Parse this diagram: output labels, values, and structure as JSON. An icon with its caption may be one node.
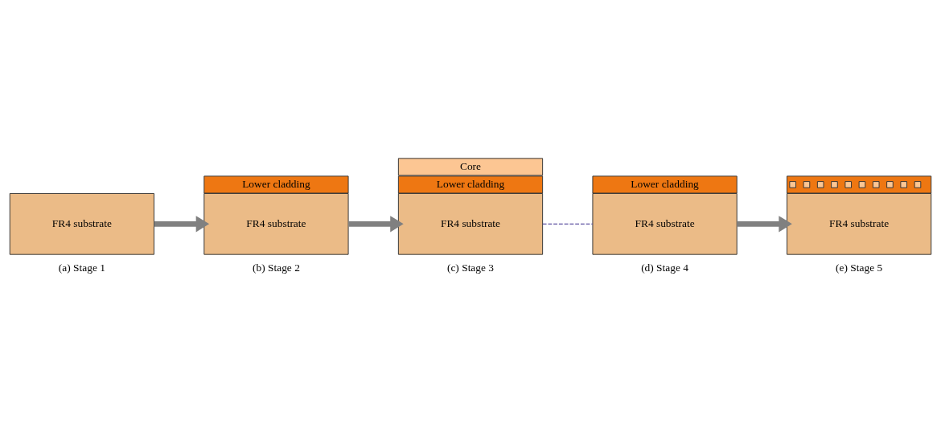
{
  "diagram": {
    "nodes": [
      {
        "text": [
          "FR4 substrate"
        ],
        "beside": [
          "(a) Stage 1"
        ]
      },
      {
        "text": [
          "Lower cladding"
        ]
      },
      {
        "text": [
          "FR4 substrate"
        ],
        "beside": [
          "(b) Stage 2"
        ]
      },
      {
        "text": [
          "Core"
        ]
      },
      {
        "text": [
          "Lower cladding"
        ]
      },
      {
        "text": [
          "FR4 substrate"
        ],
        "beside": [
          "(c) Stage 3"
        ]
      },
      {
        "text": [
          "Lower cladding"
        ]
      },
      {
        "text": [
          "FR4 substrate"
        ],
        "beside": [
          "(d) Stage 4"
        ]
      },
      {
        "text": [],
        "shape": "bar"
      },
      {
        "text": [
          "FR4 substrate"
        ],
        "beside": [
          "(e) Stage 5"
        ]
      }
    ],
    "edges": [
      {
        "from": 0,
        "to": 2,
        "arrow": "to"
      },
      {
        "from": 2,
        "to": 5,
        "arrow": "to"
      },
      {
        "from": 5,
        "to": 7,
        "arrow": "none",
        "style": "dashed",
        "color": "#5b4fa0"
      },
      {
        "from": 7,
        "to": 9,
        "arrow": "to"
      }
    ]
  }
}
